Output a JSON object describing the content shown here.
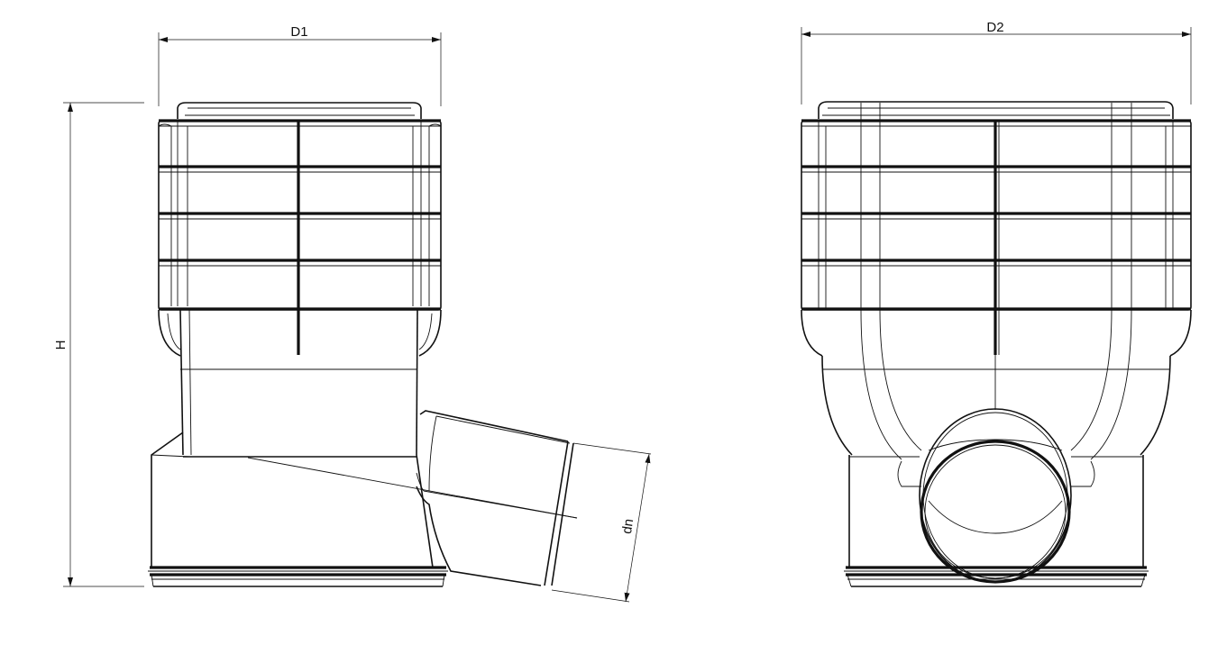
{
  "labels": {
    "d1": "D1",
    "d2": "D2",
    "h": "H",
    "dn": "dn"
  },
  "colors": {
    "line": "#111111",
    "background": "#ffffff"
  }
}
